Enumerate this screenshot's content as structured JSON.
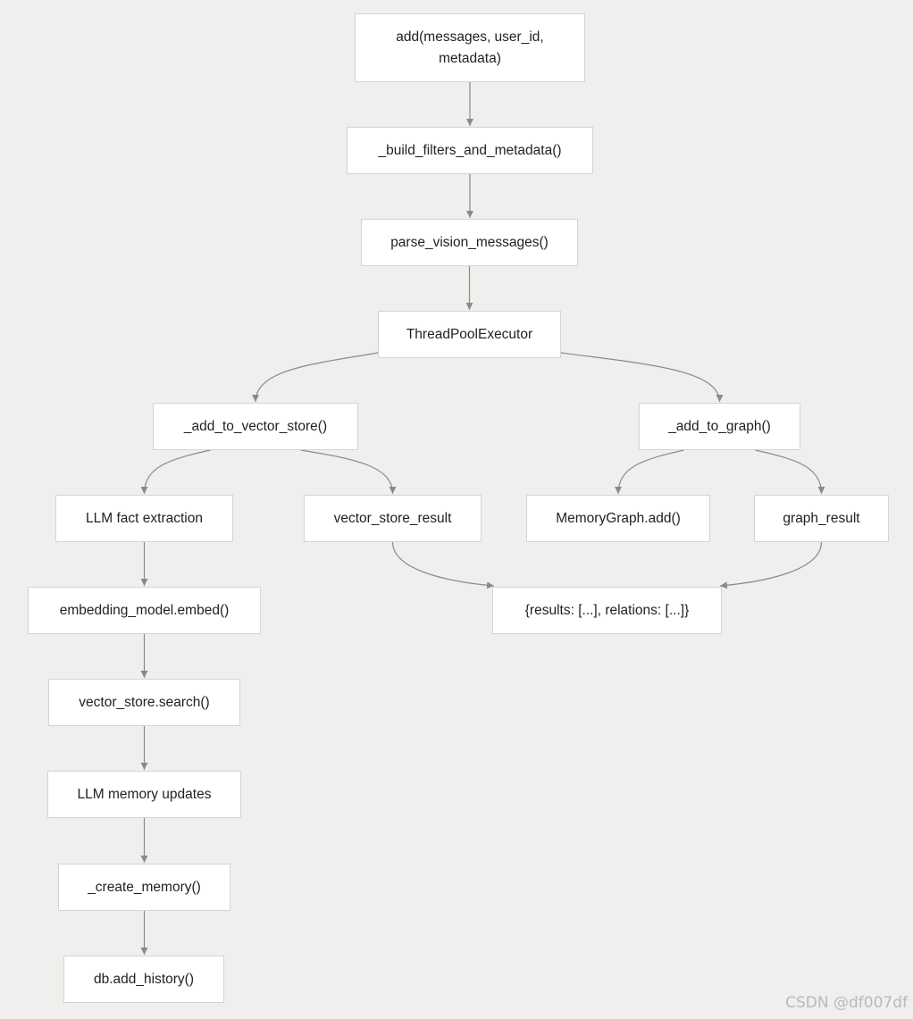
{
  "nodes": {
    "add": "add(messages, user_id, metadata)",
    "build_filters": "_build_filters_and_metadata()",
    "parse_vision": "parse_vision_messages()",
    "threadpool": "ThreadPoolExecutor",
    "add_vector": "_add_to_vector_store()",
    "add_graph": "_add_to_graph()",
    "llm_fact": "LLM fact extraction",
    "vector_result": "vector_store_result",
    "memorygraph_add": "MemoryGraph.add()",
    "graph_result": "graph_result",
    "embed": "embedding_model.embed()",
    "results": "{results: [...], relations: [...]}",
    "search": "vector_store.search()",
    "llm_update": "LLM memory updates",
    "create_memory": "_create_memory()",
    "add_history": "db.add_history()"
  },
  "edges": [
    [
      "add",
      "build_filters"
    ],
    [
      "build_filters",
      "parse_vision"
    ],
    [
      "parse_vision",
      "threadpool"
    ],
    [
      "threadpool",
      "add_vector"
    ],
    [
      "threadpool",
      "add_graph"
    ],
    [
      "add_vector",
      "llm_fact"
    ],
    [
      "add_vector",
      "vector_result"
    ],
    [
      "add_graph",
      "memorygraph_add"
    ],
    [
      "add_graph",
      "graph_result"
    ],
    [
      "llm_fact",
      "embed"
    ],
    [
      "embed",
      "search"
    ],
    [
      "search",
      "llm_update"
    ],
    [
      "llm_update",
      "create_memory"
    ],
    [
      "create_memory",
      "add_history"
    ],
    [
      "vector_result",
      "results"
    ],
    [
      "graph_result",
      "results"
    ]
  ],
  "watermark": "CSDN @df007df",
  "colors": {
    "background": "#f0efed",
    "node_fill": "#ffffff",
    "node_border": "#d4d4d4",
    "edge": "#8a8a8a"
  }
}
